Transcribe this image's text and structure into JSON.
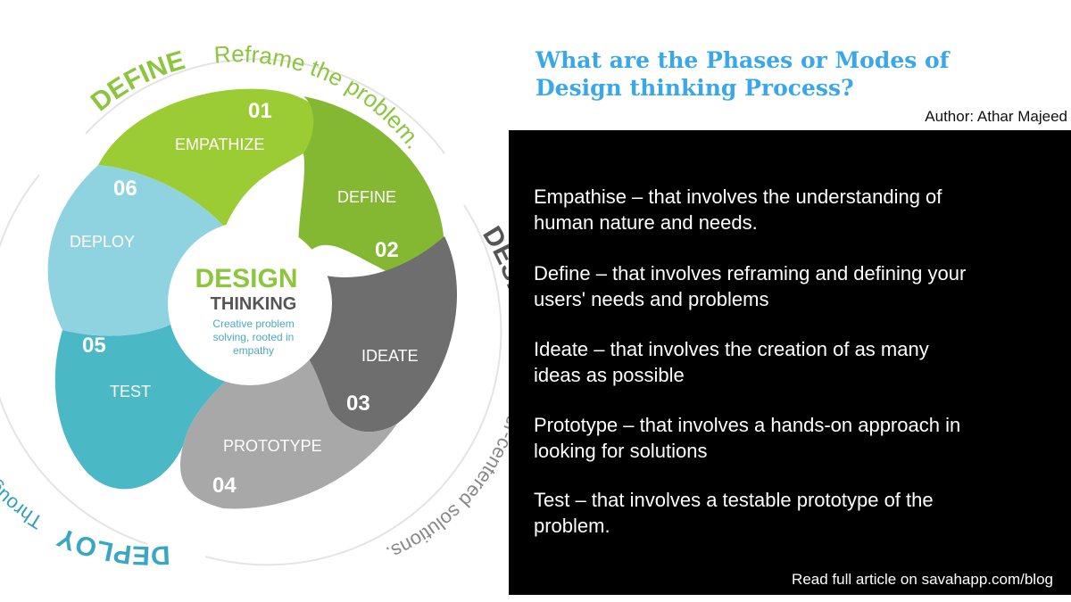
{
  "diagram": {
    "center": {
      "title_line1": "DESIGN",
      "title_line2": "THINKING",
      "caption_line1": "Creative problem",
      "caption_line2": "solving, rooted in",
      "caption_line3": "empathy"
    },
    "petals": [
      {
        "number": "01",
        "label": "EMPATHIZE",
        "color": "#9ccc34"
      },
      {
        "number": "02",
        "label": "DEFINE",
        "color": "#84b833"
      },
      {
        "number": "03",
        "label": "IDEATE",
        "color": "#6e6e6e"
      },
      {
        "number": "04",
        "label": "PROTOTYPE",
        "color": "#a8a8a8"
      },
      {
        "number": "05",
        "label": "TEST",
        "color": "#4bb8c6"
      },
      {
        "number": "06",
        "label": "DEPLOY",
        "color": "#8fd3e1"
      }
    ],
    "outer": {
      "define_word": "DEFINE",
      "define_text": "Reframe the problem.",
      "design_word": "DESIGN",
      "design_text": "Customer-centered solutions.",
      "deploy_word": "DEPLOY",
      "deploy_text": "Through cycles of learning."
    },
    "colors": {
      "define": "#8cc63f",
      "design": "#555555",
      "design_text": "#888888",
      "deploy": "#3aa6c2",
      "deploy_text": "#2e9fbd",
      "center_green": "#8cc63f",
      "center_gray": "#555555",
      "center_teal": "#4aa9c4"
    }
  },
  "header": {
    "title_line1": "What are the Phases or Modes of",
    "title_line2": "Design thinking Process?",
    "author": "Author: Athar Majeed"
  },
  "panel": {
    "phases": [
      {
        "line1": "Empathise – that involves the understanding of",
        "line2": "human nature and needs."
      },
      {
        "line1": "Define – that involves reframing and defining your",
        "line2": "users' needs and problems"
      },
      {
        "line1": "Ideate – that involves the creation of as many",
        "line2": "ideas as possible"
      },
      {
        "line1": "Prototype – that involves a hands-on approach in",
        "line2": "looking for solutions"
      },
      {
        "line1": "Test – that involves a testable prototype of the",
        "line2": "problem."
      }
    ],
    "footer": "Read full article on savahapp.com/blog"
  }
}
